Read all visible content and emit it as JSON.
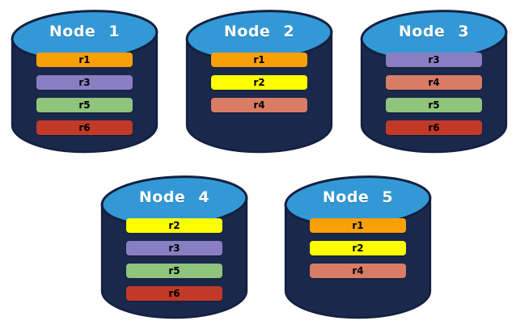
{
  "diagram": {
    "type": "database-replication-diagram",
    "background": "#FFFFFF",
    "cylinder": {
      "body_color": "#1A284C",
      "outline_color": "#13203F",
      "top_color": "#3399D6",
      "title_color": "#FFFFFF"
    },
    "replica_colors": {
      "r1": "#F9A009",
      "r2": "#FEFE00",
      "r3": "#8A7EC2",
      "r4": "#D97C66",
      "r5": "#8FC47D",
      "r6": "#C23A27"
    },
    "label_text_color": "#000000",
    "nodes": [
      {
        "label": "Node 1",
        "replicas": [
          "r1",
          "r3",
          "r5",
          "r6"
        ]
      },
      {
        "label": "Node 2",
        "replicas": [
          "r1",
          "r2",
          "r4"
        ]
      },
      {
        "label": "Node 3",
        "replicas": [
          "r3",
          "r4",
          "r5",
          "r6"
        ]
      },
      {
        "label": "Node 4",
        "replicas": [
          "r2",
          "r3",
          "r5",
          "r6"
        ]
      },
      {
        "label": "Node 5",
        "replicas": [
          "r1",
          "r2",
          "r4"
        ]
      }
    ]
  }
}
